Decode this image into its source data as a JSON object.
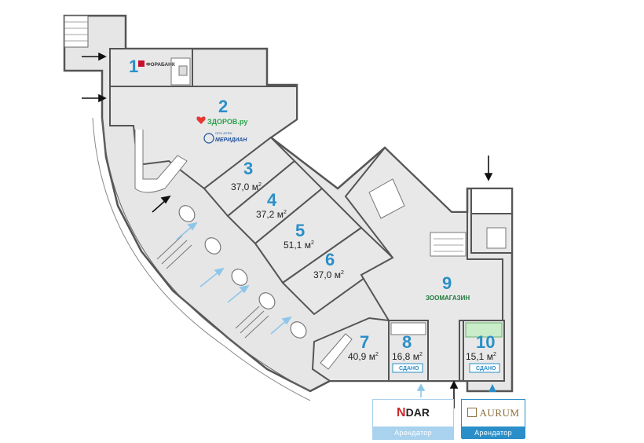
{
  "units": [
    {
      "number": "1",
      "area": ""
    },
    {
      "number": "2",
      "area": ""
    },
    {
      "number": "3",
      "area": "37,0 м"
    },
    {
      "number": "4",
      "area": "37,2 м"
    },
    {
      "number": "5",
      "area": "51,1 м"
    },
    {
      "number": "6",
      "area": "37,0 м"
    },
    {
      "number": "7",
      "area": "40,9 м"
    },
    {
      "number": "8",
      "area": "16,8 м"
    },
    {
      "number": "9",
      "area": ""
    },
    {
      "number": "10",
      "area": "15,1 м"
    }
  ],
  "area_sup": "2",
  "tenants": {
    "bank": "ФОРАБАНК",
    "pharmacy": "ЗДОРОВ.ру",
    "meridian_small": "СЕТЬ АПТЕК",
    "meridian": "МЕРИДИАН",
    "zoo": "ЗООМАГАЗИН"
  },
  "badges": {
    "rented": "СДАНО"
  },
  "cards": [
    {
      "logo": "NDAR",
      "logo_accent": "N",
      "logo_rest": "DAR",
      "caption": "Арендатор"
    },
    {
      "logo": "AURUM",
      "caption": "Арендатор"
    }
  ],
  "colors": {
    "room_fill": "#e8e8e8",
    "wall": "#555555",
    "accent": "#2a8fc9",
    "light_accent": "#a8d2ee",
    "green_room": "#c9ecc9"
  }
}
